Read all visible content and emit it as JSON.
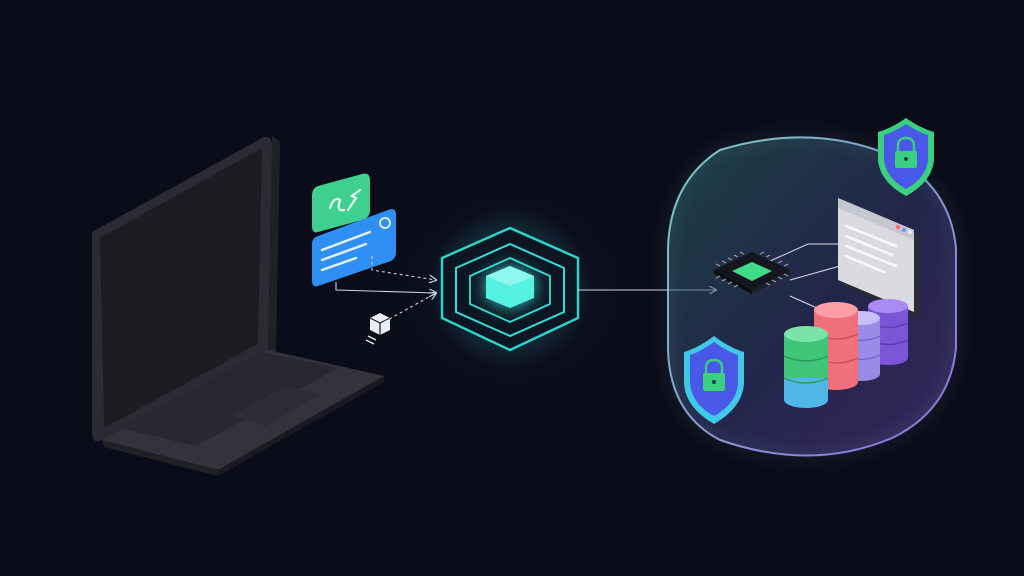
{
  "diagram": {
    "nodes": [
      {
        "id": "laptop",
        "icon": "laptop-icon"
      },
      {
        "id": "message-badge",
        "icon": "handshake-icon"
      },
      {
        "id": "message-card",
        "icon": "chat-card-icon"
      },
      {
        "id": "package",
        "icon": "package-icon"
      },
      {
        "id": "gateway",
        "icon": "hexagon-gateway-icon"
      },
      {
        "id": "cloud-zone",
        "icon": "hexagon-zone-icon"
      },
      {
        "id": "processor",
        "icon": "chip-icon"
      },
      {
        "id": "browser-window",
        "icon": "browser-window-icon"
      },
      {
        "id": "database-cluster",
        "icon": "database-icon"
      },
      {
        "id": "shield-top",
        "icon": "shield-lock-icon"
      },
      {
        "id": "shield-bottom",
        "icon": "shield-lock-icon"
      }
    ],
    "connections": [
      {
        "from": "message-card",
        "to": "gateway"
      },
      {
        "from": "package",
        "to": "gateway"
      },
      {
        "from": "gateway",
        "to": "processor"
      },
      {
        "from": "processor",
        "to": "browser-window"
      },
      {
        "from": "processor",
        "to": "database-cluster"
      }
    ]
  },
  "colors": {
    "background": "#0b0c19",
    "gateway_accent": "#2fe0d6",
    "zone_border": "#7ad8c8",
    "badge_green": "#3fcf8e",
    "card_blue": "#2f8ff2",
    "shield_green": "#3bd07f",
    "shield_blue": "#4a58e8",
    "db_green": "#3fc47a",
    "db_red": "#f27a84",
    "db_lavender": "#a89af0",
    "db_purple": "#8a62e6"
  }
}
